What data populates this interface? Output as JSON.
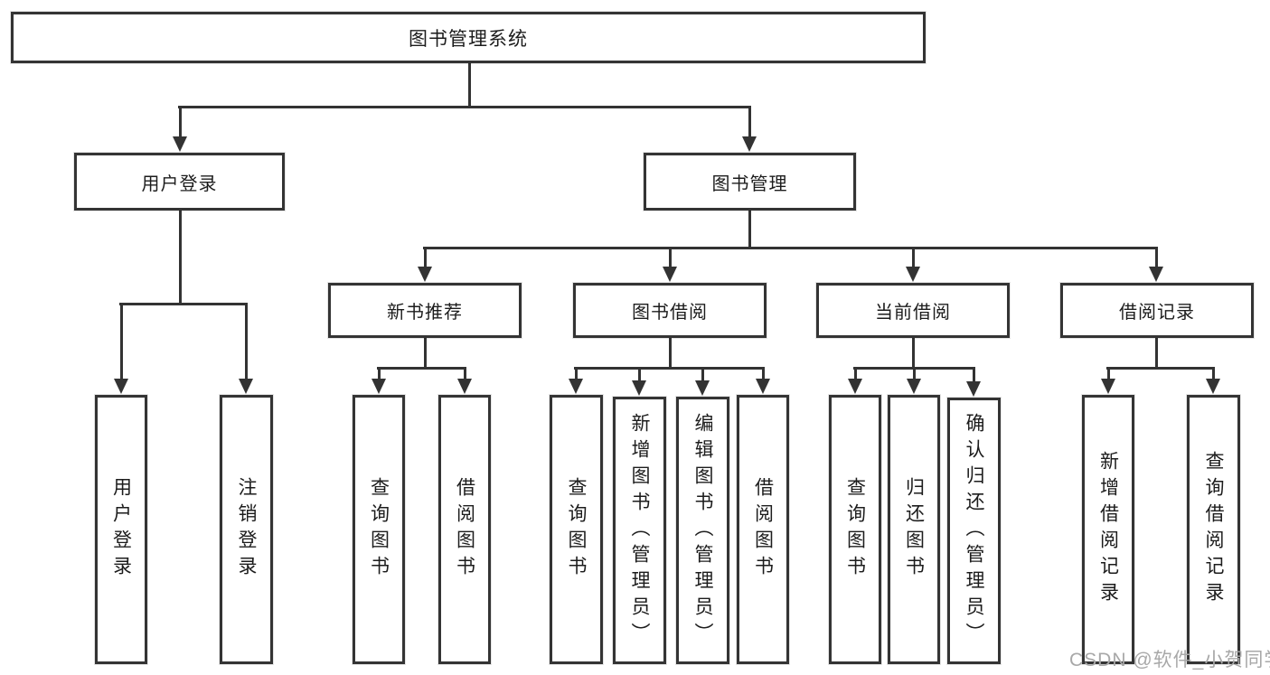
{
  "diagram": {
    "title": "图书管理系统",
    "root": {
      "label": "图书管理系统"
    },
    "level2": [
      {
        "label": "用户登录"
      },
      {
        "label": "图书管理"
      }
    ],
    "level3": [
      {
        "label": "新书推荐"
      },
      {
        "label": "图书借阅"
      },
      {
        "label": "当前借阅"
      },
      {
        "label": "借阅记录"
      }
    ],
    "leaves": {
      "login": [
        "用户登录",
        "注销登录"
      ],
      "recommend": [
        "查询图书",
        "借阅图书"
      ],
      "borrow": [
        "查询图书",
        "新增图书（管理员）",
        "编辑图书（管理员）",
        "借阅图书"
      ],
      "current": [
        "查询图书",
        "归还图书",
        "确认归还（管理员）"
      ],
      "records": [
        "新增借阅记录",
        "查询借阅记录"
      ]
    }
  },
  "watermark": {
    "text": "CSDN @软件_小贺同学",
    "color": "#a8a8a8"
  },
  "colors": {
    "line": "#333333",
    "border": "#343434",
    "text": "#1c1c1c",
    "background": "#ffffff"
  }
}
